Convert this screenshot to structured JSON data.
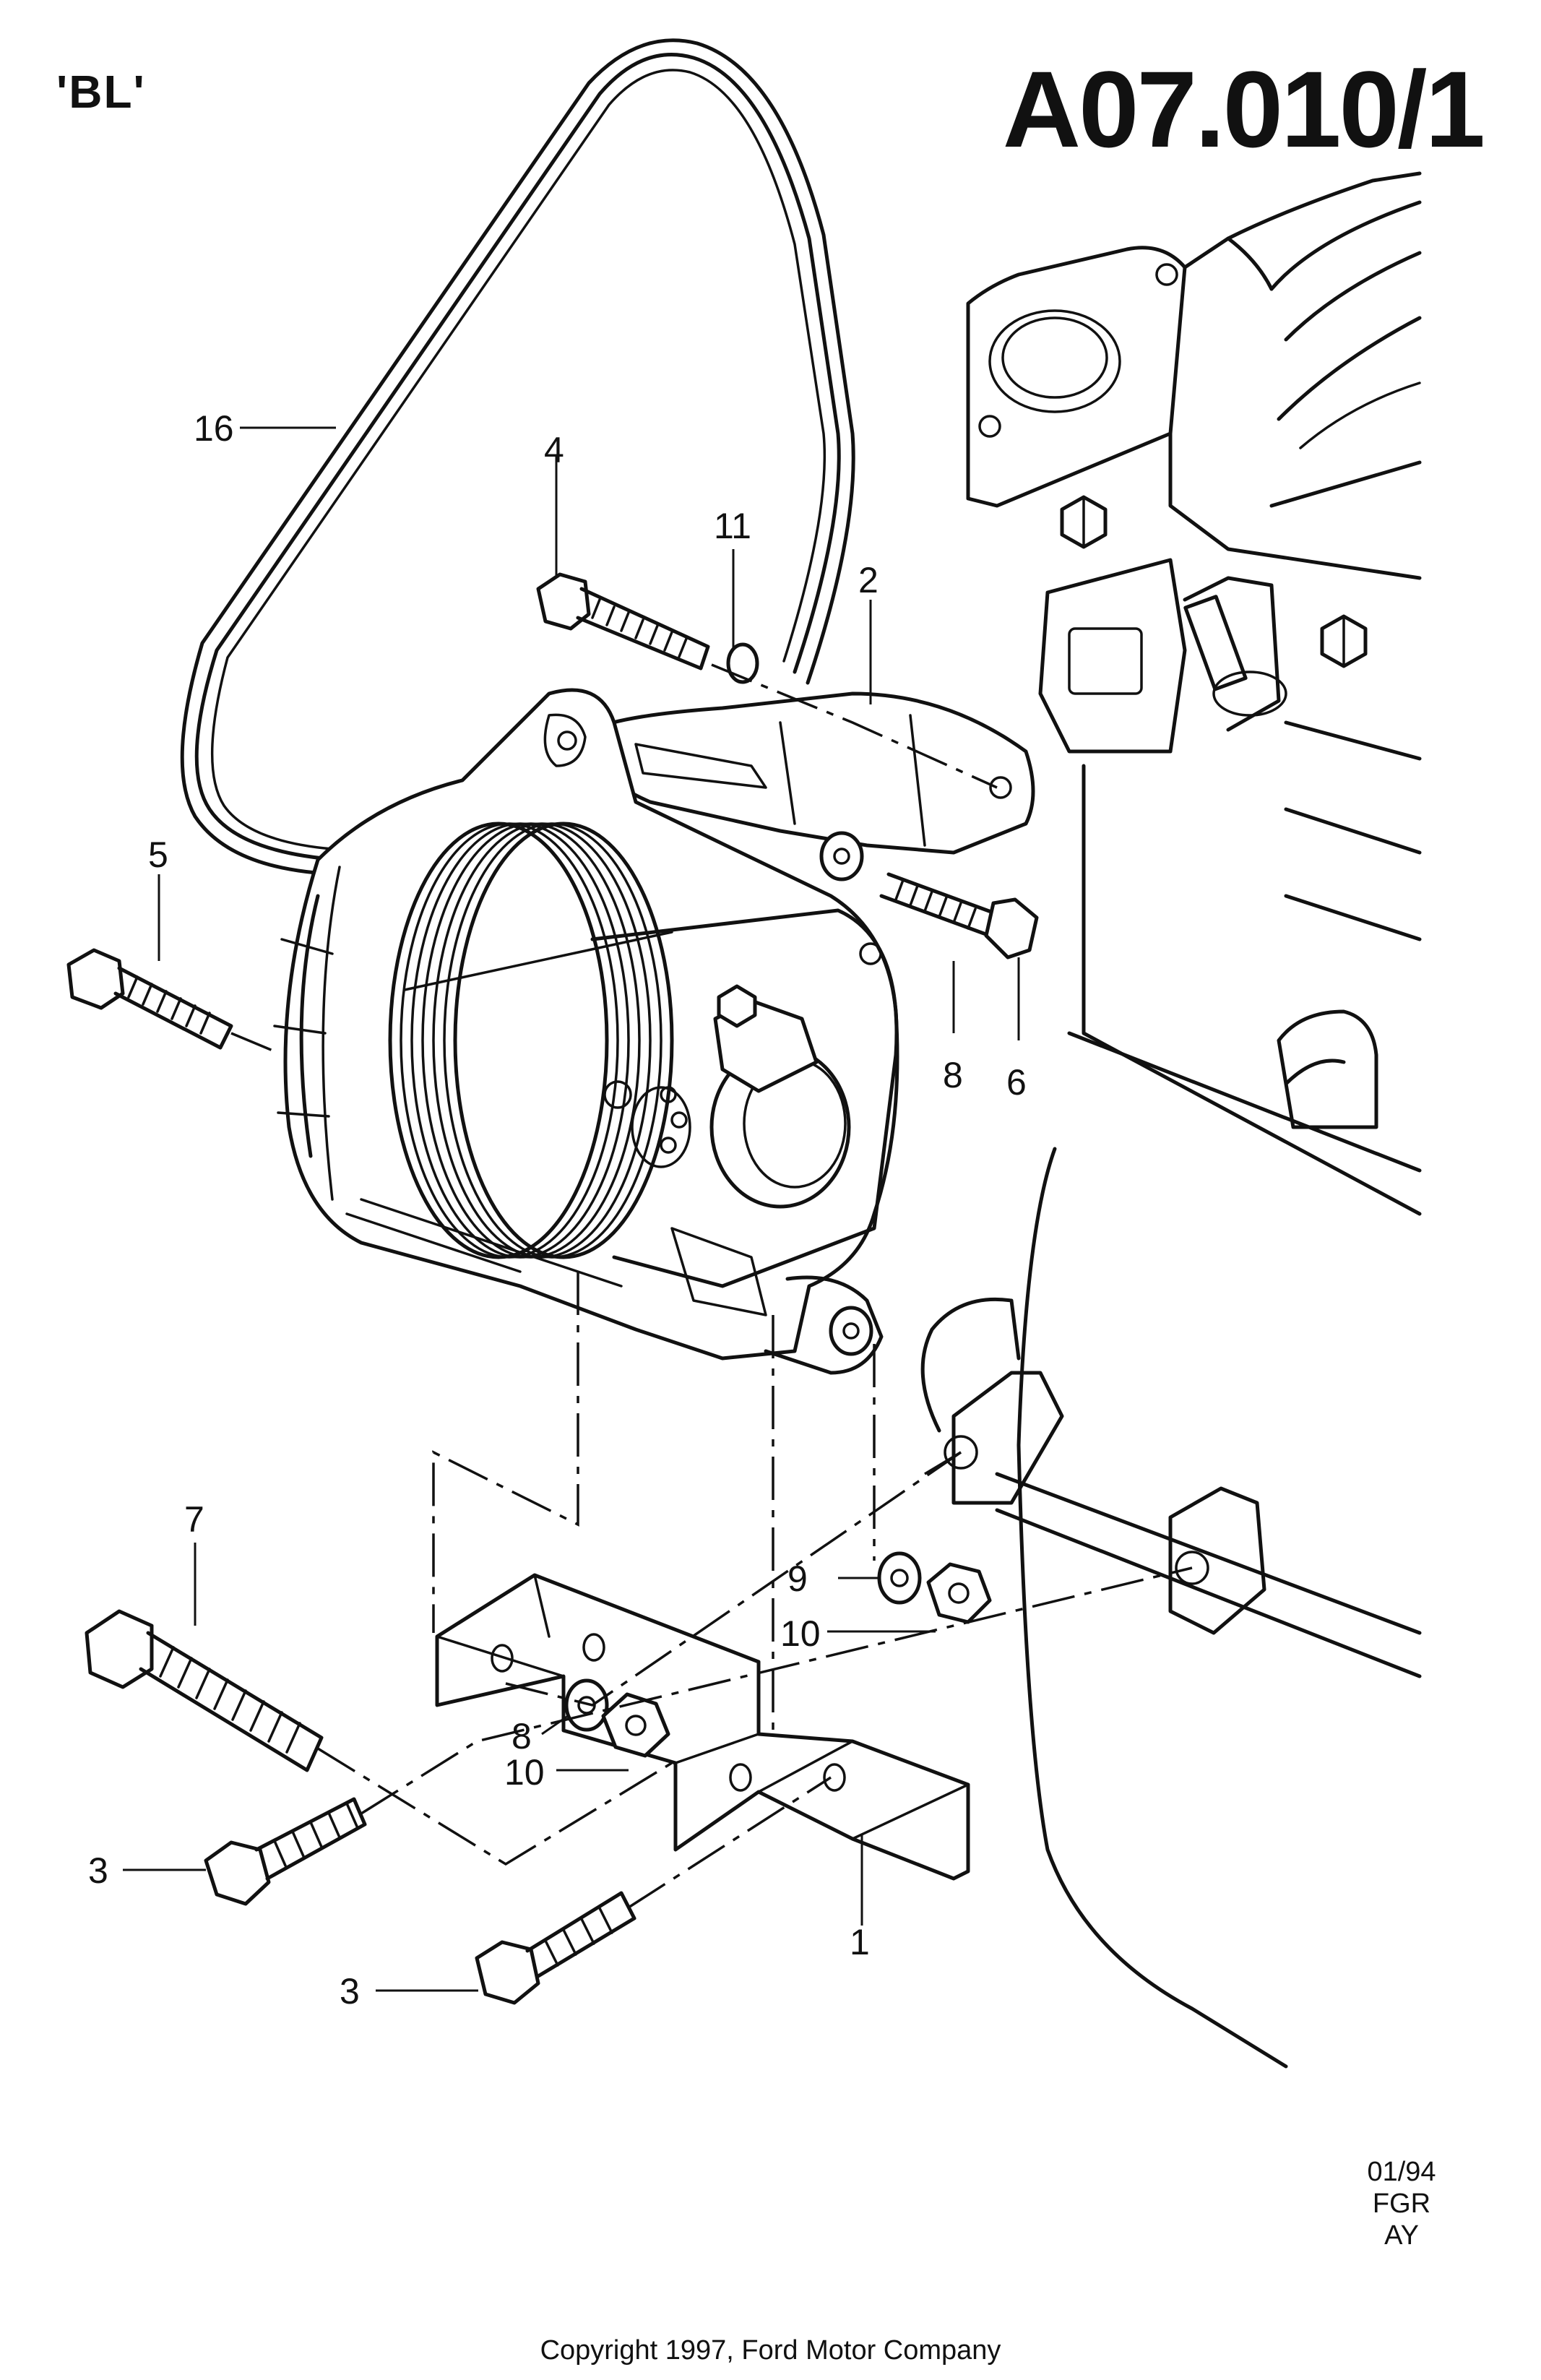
{
  "header": {
    "variant_label": "'BL'",
    "reference": "A07.010/1"
  },
  "footer": {
    "stamp_lines": [
      "01/94",
      "FGR",
      "AY"
    ],
    "copyright": "Copyright 1997, Ford Motor Company"
  },
  "callouts": [
    {
      "id": "c16",
      "label": "16"
    },
    {
      "id": "c4",
      "label": "4"
    },
    {
      "id": "c11",
      "label": "11"
    },
    {
      "id": "c2",
      "label": "2"
    },
    {
      "id": "c5",
      "label": "5"
    },
    {
      "id": "c8a",
      "label": "8"
    },
    {
      "id": "c6",
      "label": "6"
    },
    {
      "id": "c7",
      "label": "7"
    },
    {
      "id": "c9",
      "label": "9"
    },
    {
      "id": "c10a",
      "label": "10"
    },
    {
      "id": "c8b",
      "label": "8"
    },
    {
      "id": "c10b",
      "label": "10"
    },
    {
      "id": "c3a",
      "label": "3"
    },
    {
      "id": "c1",
      "label": "1"
    },
    {
      "id": "c3b",
      "label": "3"
    }
  ]
}
